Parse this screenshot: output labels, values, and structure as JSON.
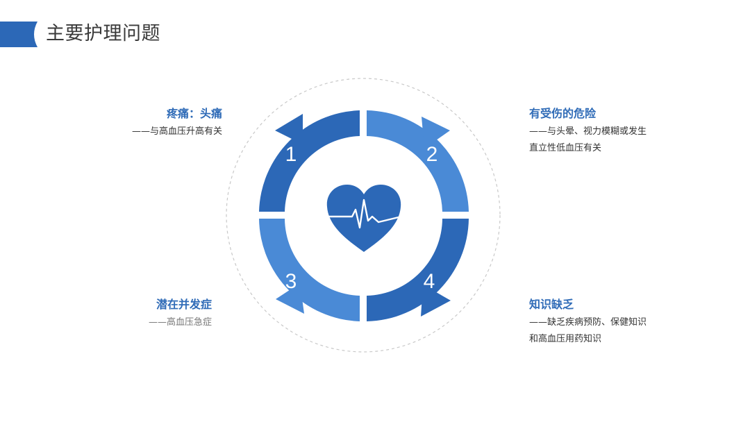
{
  "page": {
    "title": "主要护理问题"
  },
  "colors": {
    "accent": "#2f6bb7",
    "segment_dark": "#2c68b7",
    "segment_light": "#4a8ad6",
    "title_text": "#3a3a3a"
  },
  "icons": {
    "center": "heart-pulse-icon"
  },
  "segments": [
    {
      "number": "1"
    },
    {
      "number": "2"
    },
    {
      "number": "3"
    },
    {
      "number": "4"
    }
  ],
  "items": [
    {
      "heading": "疼痛：头痛",
      "lines": [
        "——与高血压升高有关"
      ]
    },
    {
      "heading": "有受伤的危险",
      "lines": [
        "——与头晕、视力模糊或发生",
        "直立性低血压有关"
      ]
    },
    {
      "heading": "潜在并发症",
      "lines": [
        "——高血压急症"
      ]
    },
    {
      "heading": "知识缺乏",
      "lines": [
        "——缺乏疾病预防、保健知识",
        "和高血压用药知识"
      ]
    }
  ]
}
